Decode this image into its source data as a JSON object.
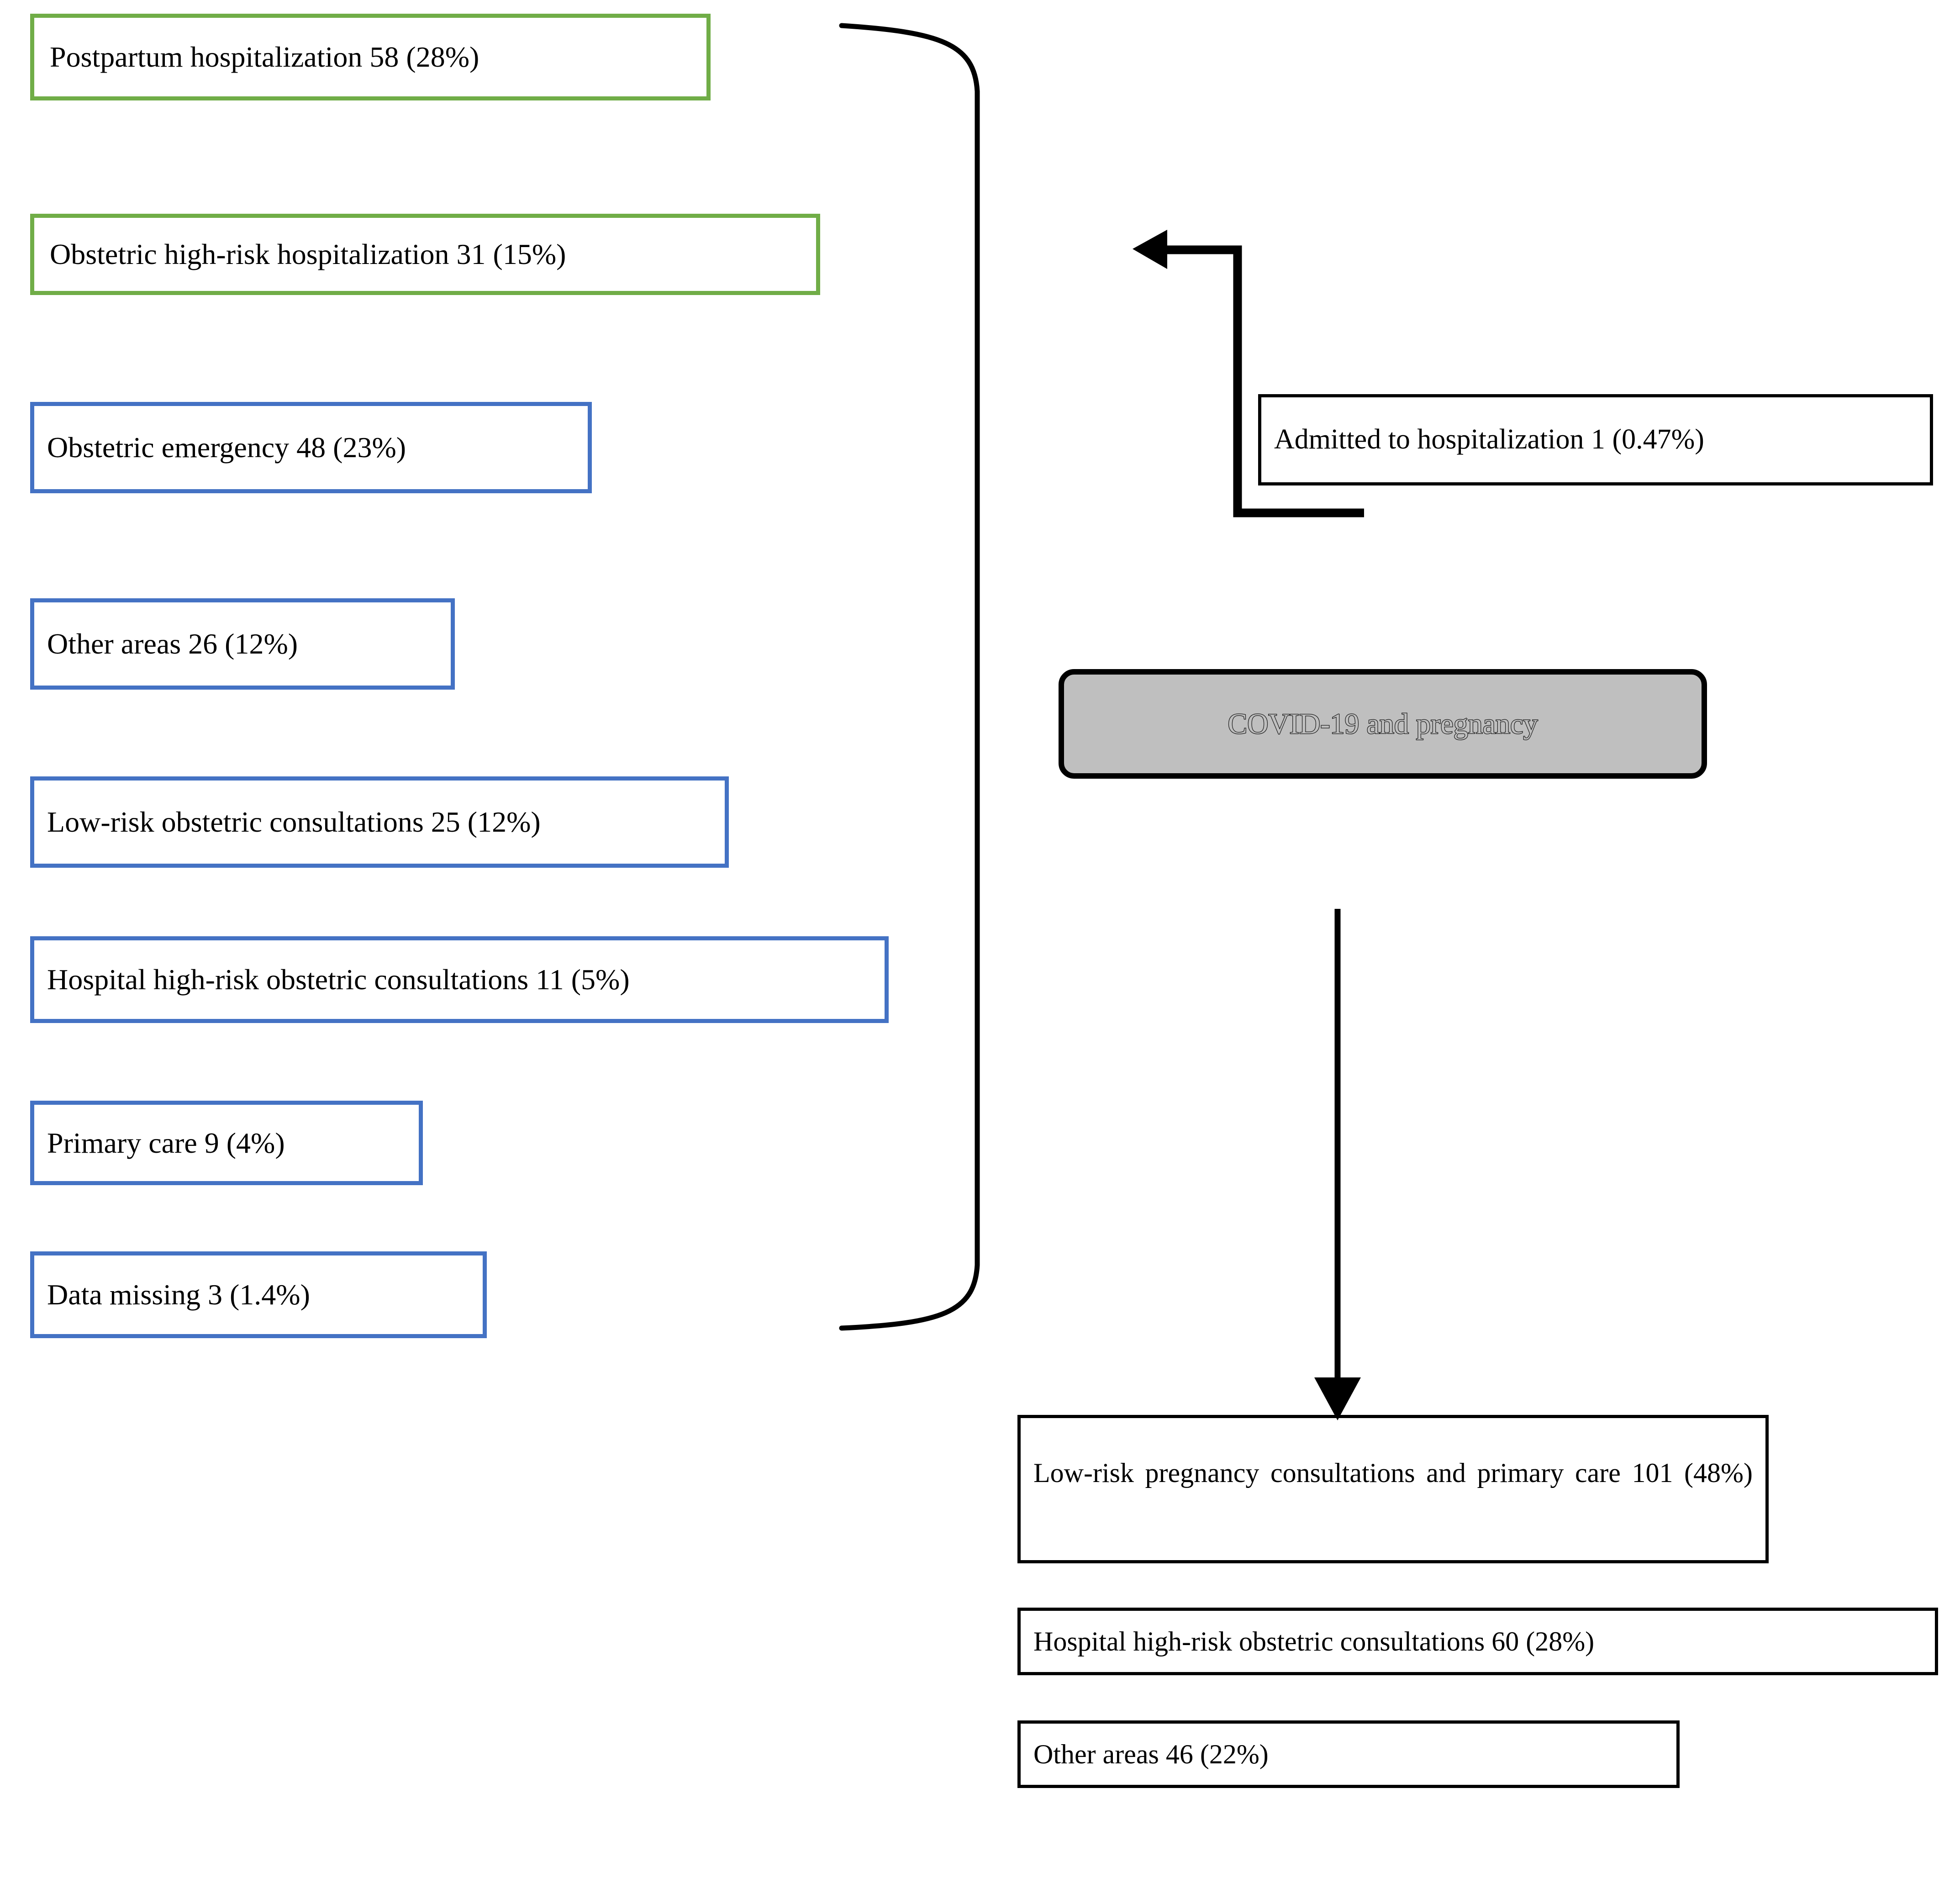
{
  "diagram": {
    "title": "COVID-19 and pregnancy care-setting flowchart",
    "colors": {
      "green_border": "#70AD47",
      "blue_border": "#4472C4",
      "black_border": "#000000",
      "grey_fill": "#BFBFBF",
      "background": "#FFFFFF"
    },
    "center_node": {
      "label": "COVID-19 and pregnancy"
    },
    "hospitalization_node": {
      "label": "Admitted to hospitalization 1 (0.47%)"
    },
    "left_group": {
      "group_label": "Care settings grouped by brace",
      "items": [
        {
          "label": "Postpartum hospitalization 58 (28%)",
          "count": 58,
          "percent": "28%",
          "border": "green"
        },
        {
          "label": "Obstetric high-risk hospitalization 31 (15%)",
          "count": 31,
          "percent": "15%",
          "border": "green"
        },
        {
          "label": "Obstetric emergency 48 (23%)",
          "count": 48,
          "percent": "23%",
          "border": "blue"
        },
        {
          "label": "Other areas 26 (12%)",
          "count": 26,
          "percent": "12%",
          "border": "blue"
        },
        {
          "label": "Low-risk obstetric consultations 25 (12%)",
          "count": 25,
          "percent": "12%",
          "border": "blue"
        },
        {
          "label": "Hospital high-risk obstetric consultations 11 (5%)",
          "count": 11,
          "percent": "5%",
          "border": "blue"
        },
        {
          "label": "Primary care 9 (4%)",
          "count": 9,
          "percent": "4%",
          "border": "blue"
        },
        {
          "label": "Data missing 3 (1.4%)",
          "count": 3,
          "percent": "1.4%",
          "border": "blue"
        }
      ]
    },
    "bottom_group": {
      "items": [
        {
          "label": "Low-risk pregnancy consultations and primary care 101 (48%)",
          "count": 101,
          "percent": "48%",
          "border": "black"
        },
        {
          "label": "Hospital high-risk obstetric consultations 60 (28%)",
          "count": 60,
          "percent": "28%",
          "border": "black"
        },
        {
          "label": "Other areas 46 (22%)",
          "count": 46,
          "percent": "22%",
          "border": "black"
        }
      ]
    },
    "connectors": [
      {
        "name": "brace-left-group",
        "type": "curly-brace",
        "orientation": "right-facing"
      },
      {
        "name": "arrow-admitted-to-center",
        "type": "elbow-arrow",
        "direction": "left"
      },
      {
        "name": "arrow-center-to-bottom",
        "type": "straight-arrow",
        "direction": "down"
      }
    ]
  }
}
